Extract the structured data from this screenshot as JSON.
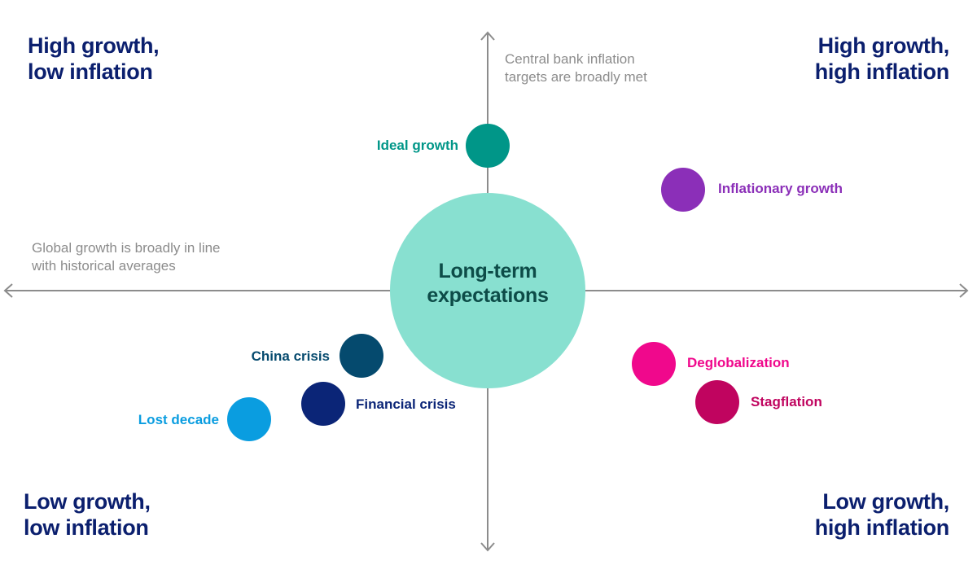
{
  "quadrants": {
    "top_left": "High growth,\nlow inflation",
    "top_right": "High growth,\nhigh inflation",
    "bottom_left": "Low growth,\nlow inflation",
    "bottom_right": "Low growth,\nhigh inflation"
  },
  "axis_notes": {
    "vertical": "Central bank inflation\ntargets are broadly met",
    "horizontal": "Global growth is broadly in line\nwith historical averages"
  },
  "center": {
    "label": "Long-term\nexpectations",
    "color": "#88e0d0"
  },
  "axis_color": "#8c8c8c",
  "scenarios": [
    {
      "key": "ideal",
      "label": "Ideal growth",
      "color": "#009688"
    },
    {
      "key": "inflationary",
      "label": "Inflationary growth",
      "color": "#8b2fb8"
    },
    {
      "key": "china",
      "label": "China crisis",
      "color": "#054a6e"
    },
    {
      "key": "financial",
      "label": "Financial crisis",
      "color": "#0b2577"
    },
    {
      "key": "lost",
      "label": "Lost decade",
      "color": "#0a9de0"
    },
    {
      "key": "deglob",
      "label": "Deglobalization",
      "color": "#f0088c"
    },
    {
      "key": "stag",
      "label": "Stagflation",
      "color": "#c0045f"
    }
  ]
}
